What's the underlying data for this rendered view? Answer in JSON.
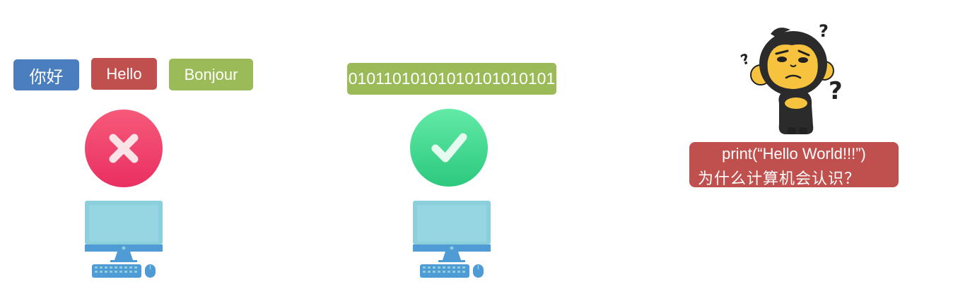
{
  "left_panel": {
    "tags": [
      {
        "text": "你好",
        "color": "#4a7ebf"
      },
      {
        "text": "Hello",
        "color": "#c0504d"
      },
      {
        "text": "Bonjour",
        "color": "#9bbb59"
      }
    ],
    "status_icon": "cross-icon",
    "status_color": "#f04a6e"
  },
  "middle_panel": {
    "binary_text": "01011010101010101010101",
    "binary_color": "#9bbb59",
    "status_icon": "check-icon",
    "status_color": "#3fd98f"
  },
  "right_panel": {
    "speech_line1": "print(“Hello World!!!”)",
    "speech_line2": "为什么计算机会认识？",
    "speech_color": "#c0504d"
  }
}
